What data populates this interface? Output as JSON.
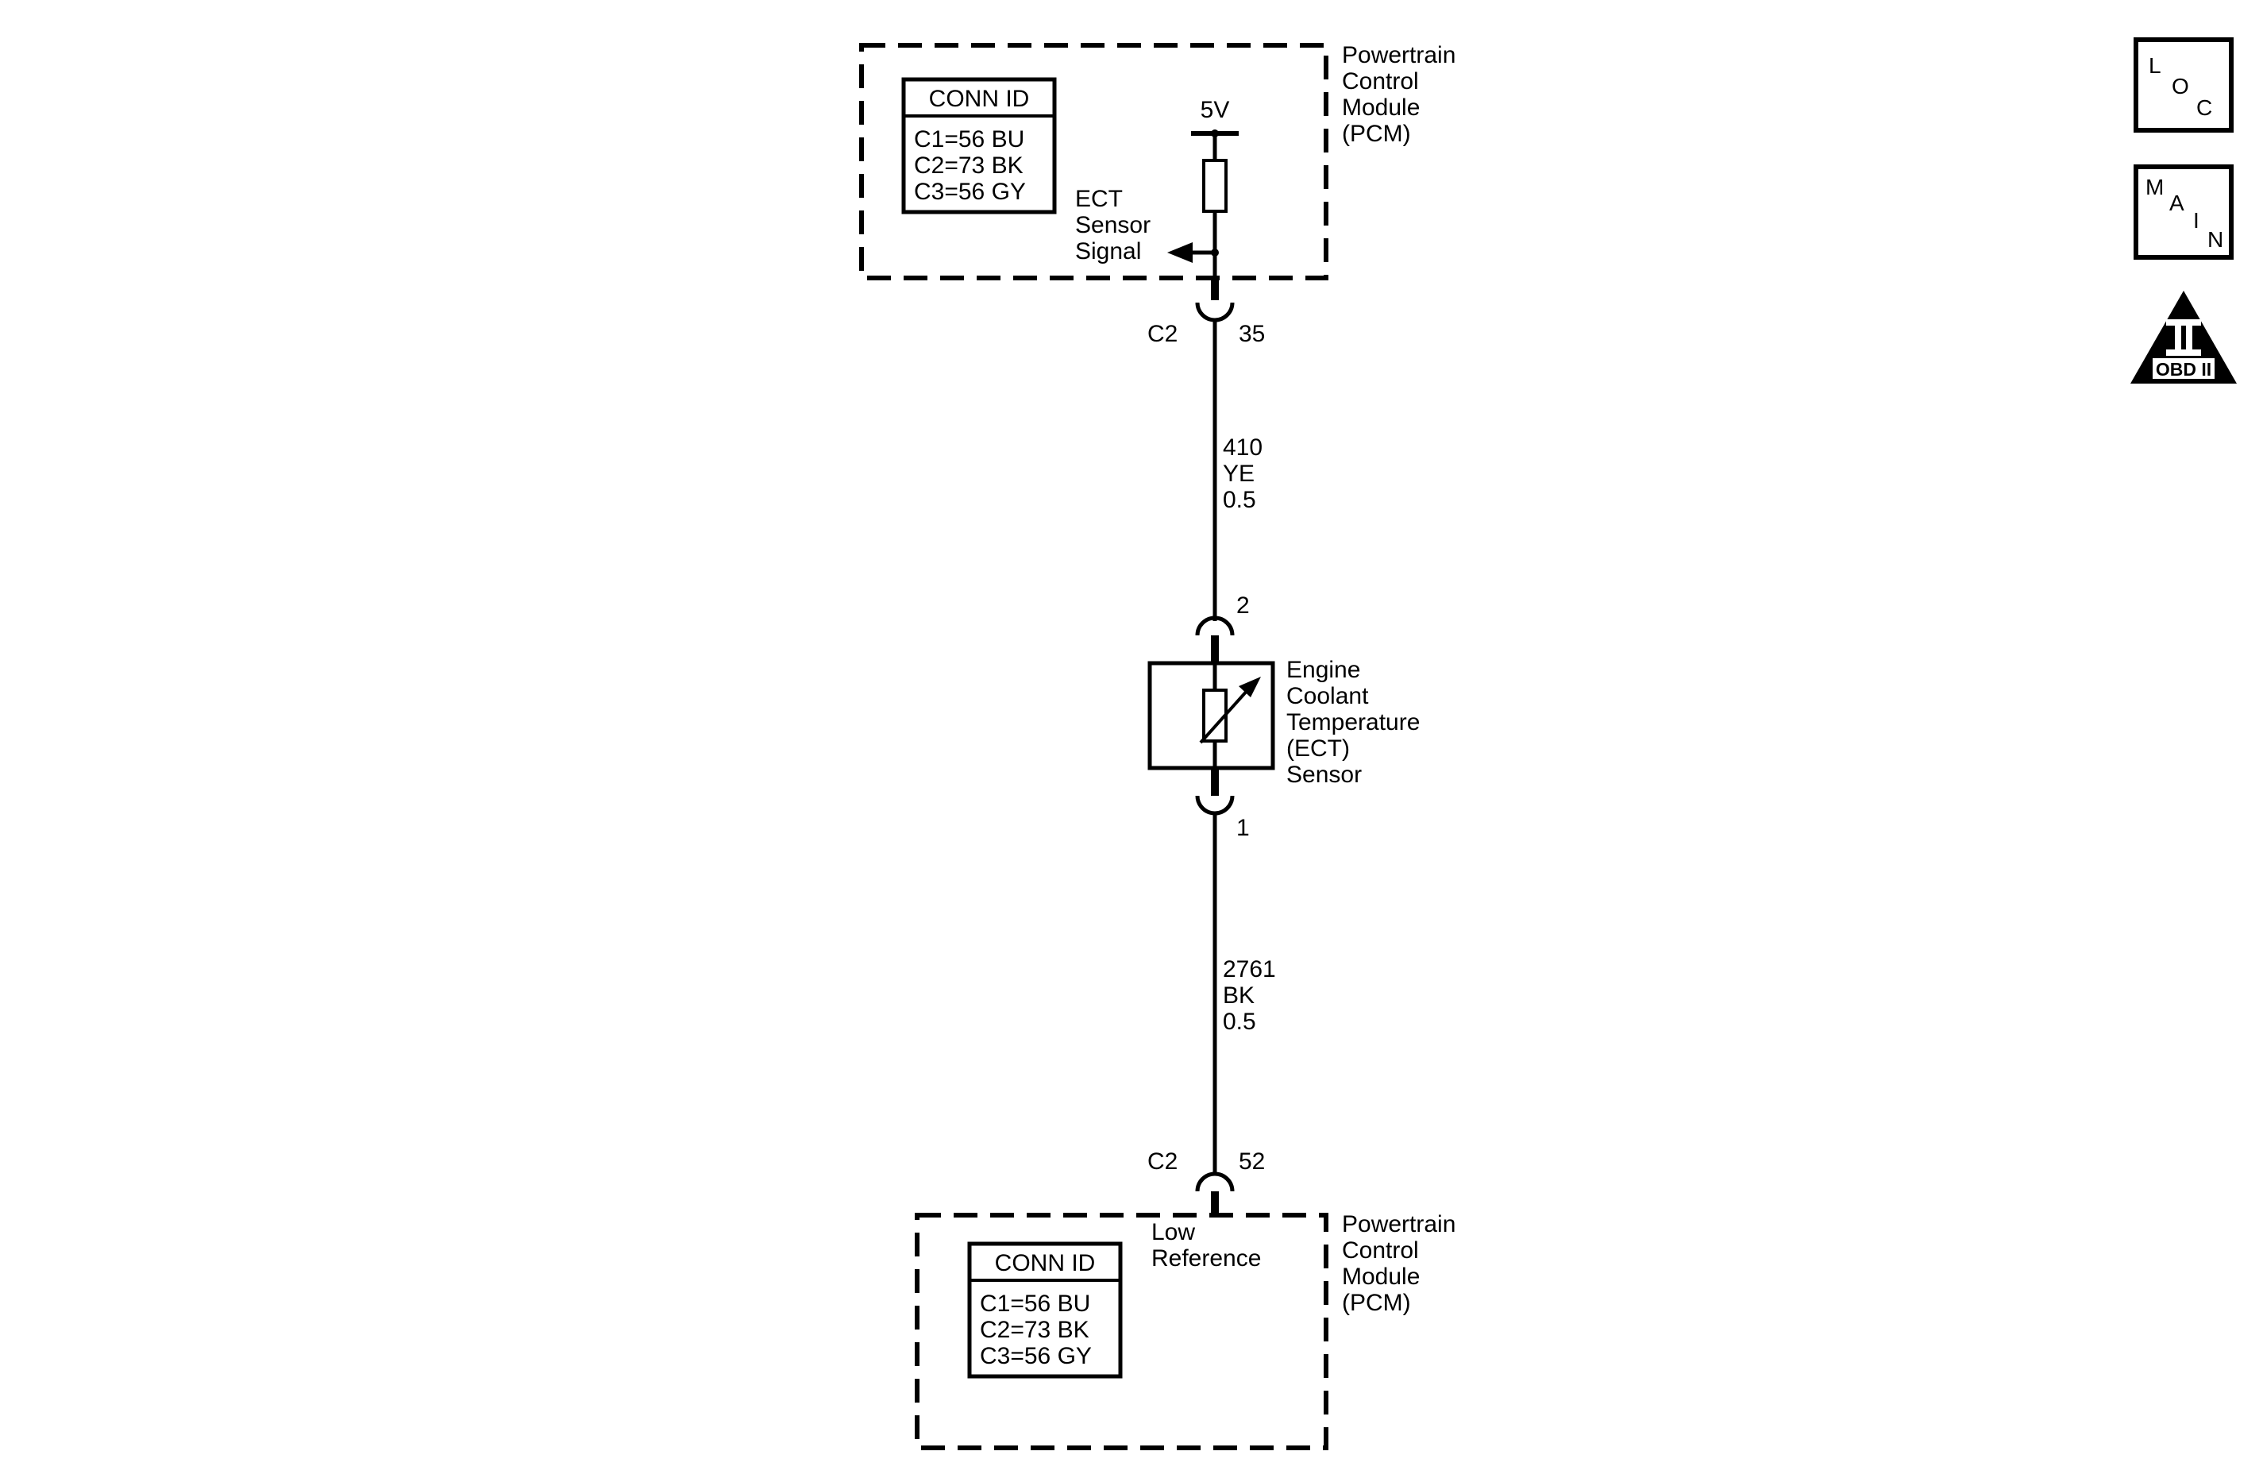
{
  "top_module": {
    "title_lines": [
      "Powertrain",
      "Control",
      "Module",
      "(PCM)"
    ],
    "conn_id": {
      "header": "CONN ID",
      "rows": [
        "C1=56 BU",
        "C2=73 BK",
        "C3=56 GY"
      ]
    },
    "supply_label": "5V",
    "signal_lines": [
      "ECT",
      "Sensor",
      "Signal"
    ]
  },
  "upper_connector": {
    "connector": "C2",
    "pin": "35"
  },
  "wire_signal": {
    "circuit": "410",
    "color": "YE",
    "gauge": "0.5"
  },
  "sensor": {
    "pin_top": "2",
    "pin_bottom": "1",
    "name_lines": [
      "Engine",
      "Coolant",
      "Temperature",
      "(ECT)",
      "Sensor"
    ]
  },
  "wire_low_ref": {
    "circuit": "2761",
    "color": "BK",
    "gauge": "0.5"
  },
  "lower_connector": {
    "connector": "C2",
    "pin": "52"
  },
  "bottom_module": {
    "title_lines": [
      "Powertrain",
      "Control",
      "Module",
      "(PCM)"
    ],
    "conn_id": {
      "header": "CONN ID",
      "rows": [
        "C1=56 BU",
        "C2=73 BK",
        "C3=56 GY"
      ]
    },
    "ref_lines": [
      "Low",
      "Reference"
    ]
  },
  "nav": {
    "loc_letters": [
      "L",
      "O",
      "C"
    ],
    "main_letters": [
      "M",
      "A",
      "I",
      "N"
    ],
    "obd_numeral": "II",
    "obd_label": "OBD II"
  }
}
